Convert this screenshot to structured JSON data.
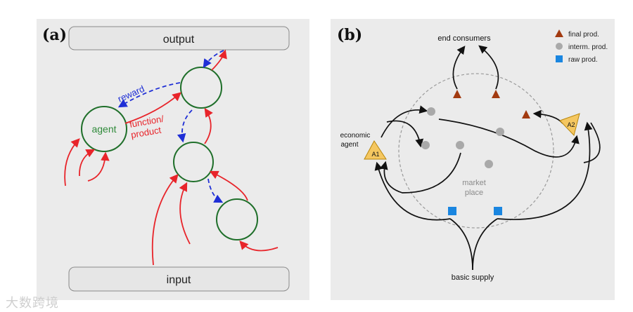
{
  "panel_a": {
    "label": "(a)",
    "output_label": "output",
    "input_label": "input",
    "agent_label": "agent",
    "reward_label": "reward",
    "function_label_line1": "function/",
    "function_label_line2": "product"
  },
  "panel_b": {
    "label": "(b)",
    "end_consumers_label": "end consumers",
    "economic_agent_line1": "economic",
    "economic_agent_line2": "agent",
    "agent_a1_label": "A1",
    "agent_a2_label": "A2",
    "market_line1": "market",
    "market_line2": "place",
    "basic_supply_label": "basic supply",
    "legend": [
      {
        "label": "final prod.",
        "shape": "triangle",
        "color": "#a23a10"
      },
      {
        "label": "interm. prod.",
        "shape": "circle",
        "color": "#a9a9a9"
      },
      {
        "label": "raw prod.",
        "shape": "square",
        "color": "#1a86e0"
      }
    ]
  },
  "colors": {
    "panel_bg": "#ebebeb",
    "node_stroke": "#1f6f2a",
    "agent_text": "#2f8a3a",
    "red_arrow": "#e8242a",
    "blue_arrow": "#1f2fd6",
    "agent_triangle": "#f5c760"
  },
  "watermark": "大数跨境"
}
